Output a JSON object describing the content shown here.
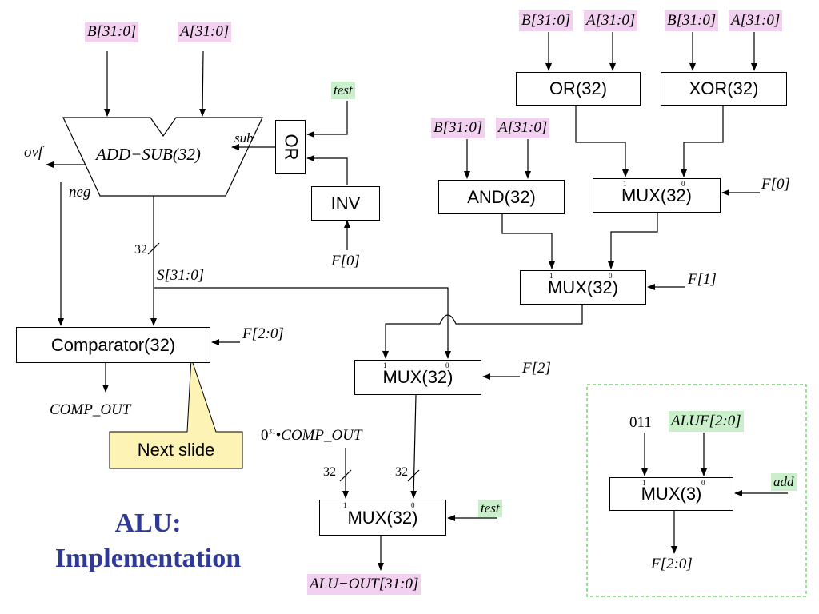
{
  "title": {
    "line1": "ALU:",
    "line2": "Implementation"
  },
  "signals": {
    "b_top": "B[31:0]",
    "a_top": "A[31:0]",
    "b_or": "B[31:0]",
    "a_or": "A[31:0]",
    "b_xor": "B[31:0]",
    "a_xor": "A[31:0]",
    "b_and": "B[31:0]",
    "a_and": "A[31:0]",
    "test_or": "test",
    "ovf": "ovf",
    "neg": "neg",
    "sub": "sub",
    "f0_inv": "F[0]",
    "f0_mux": "F[0]",
    "f1": "F[1]",
    "f2": "F[2]",
    "f20_comp": "F[2:0]",
    "s": "S[31:0]",
    "bus32_add": "32",
    "comp_out": "COMP_OUT",
    "zero_comp_prefix": "0",
    "zero_comp_sup": "31",
    "zero_comp_rest": "•COMP_OUT",
    "bus32_left": "32",
    "bus32_right": "32",
    "test_final": "test",
    "alu_out": "ALU−OUT[31:0]",
    "const011": "011",
    "aluf": "ALUF[2:0]",
    "add": "add",
    "f20_out": "F[2:0]"
  },
  "blocks": {
    "adder": "ADD−SUB(32)",
    "or_gate": "OR",
    "inv": "INV",
    "or32": "OR(32)",
    "xor32": "XOR(32)",
    "and32": "AND(32)",
    "mux_f0": "MUX(32)",
    "mux_f1": "MUX(32)",
    "mux_f2": "MUX(32)",
    "mux_final": "MUX(32)",
    "comparator": "Comparator(32)",
    "mux3": "MUX(3)"
  },
  "mux_port_labels": {
    "one": "1",
    "zero": "0"
  },
  "callout": "Next slide",
  "colors": {
    "title": "#2f3a96",
    "signal_pink": "#f2d0ef",
    "signal_green": "#c9f0cb",
    "callout_fill": "#fcf3b4",
    "dash_border": "#55cc55"
  }
}
